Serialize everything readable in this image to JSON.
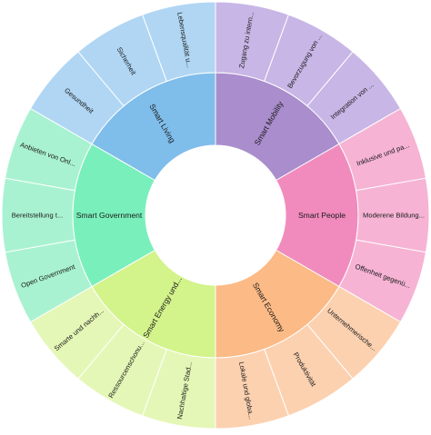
{
  "chart_data": {
    "type": "sunburst",
    "title": "",
    "categories": [
      {
        "name": "Smart Mobility",
        "color": "#a98dcc",
        "outer_color": "#c8b6e6",
        "children": [
          "Zugang zu intern...",
          "Bevorzugung von ...",
          "Integration von ..."
        ]
      },
      {
        "name": "Smart People",
        "color": "#f18bbd",
        "outer_color": "#f6b3d4",
        "children": [
          "Inklusive und pa...",
          "Moderene Bildung...",
          "Offenheit gegenü..."
        ]
      },
      {
        "name": "Smart Economy",
        "color": "#fbba86",
        "outer_color": "#fcd1b0",
        "children": [
          "Unternehmerische...",
          "Produktivität",
          "Lokale und globa..."
        ]
      },
      {
        "name": "Smart Energy und...",
        "color": "#d3f38b",
        "outer_color": "#e5f7b6",
        "children": [
          "Nachhaltige Stad...",
          "Ressourcenschonu...",
          "Smarte und nachh..."
        ]
      },
      {
        "name": "Smart Government",
        "color": "#79f0bb",
        "outer_color": "#a9f2d1",
        "children": [
          "Open Government",
          "Bereitstellung t...",
          "Anbieten von Onl..."
        ]
      },
      {
        "name": "Smart Living",
        "color": "#7fbdeb",
        "outer_color": "#b0d6f4",
        "children": [
          "Gesundheit",
          "Sicherheit",
          "Lebensqualität u..."
        ]
      }
    ]
  }
}
